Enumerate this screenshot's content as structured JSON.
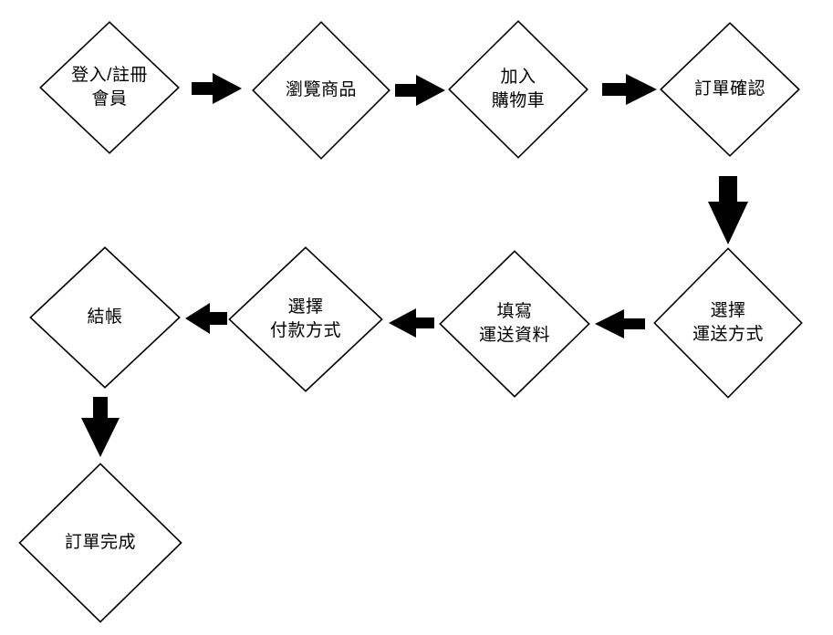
{
  "diagram": {
    "type": "flowchart",
    "language": "zh-Hant",
    "colors": {
      "background": "#ffffff",
      "node_fill": "#ffffff",
      "node_stroke": "#000000",
      "arrow": "#000000",
      "text": "#000000"
    },
    "nodes": [
      {
        "id": "login",
        "shape": "diamond",
        "label": "登入/註冊\n會員"
      },
      {
        "id": "browse",
        "shape": "diamond",
        "label": "瀏覽商品"
      },
      {
        "id": "add-to-cart",
        "shape": "diamond",
        "label": "加入\n購物車"
      },
      {
        "id": "order-confirm",
        "shape": "diamond",
        "label": "訂單確認"
      },
      {
        "id": "select-shipping",
        "shape": "diamond",
        "label": "選擇\n運送方式"
      },
      {
        "id": "fill-shipping-info",
        "shape": "diamond",
        "label": "填寫\n運送資料"
      },
      {
        "id": "select-payment",
        "shape": "diamond",
        "label": "選擇\n付款方式"
      },
      {
        "id": "checkout",
        "shape": "diamond",
        "label": "結帳"
      },
      {
        "id": "order-complete",
        "shape": "diamond",
        "label": "訂單完成"
      }
    ],
    "edges": [
      {
        "from": "login",
        "to": "browse",
        "direction": "right"
      },
      {
        "from": "browse",
        "to": "add-to-cart",
        "direction": "right"
      },
      {
        "from": "add-to-cart",
        "to": "order-confirm",
        "direction": "right"
      },
      {
        "from": "order-confirm",
        "to": "select-shipping",
        "direction": "down"
      },
      {
        "from": "select-shipping",
        "to": "fill-shipping-info",
        "direction": "left"
      },
      {
        "from": "fill-shipping-info",
        "to": "select-payment",
        "direction": "left"
      },
      {
        "from": "select-payment",
        "to": "checkout",
        "direction": "left"
      },
      {
        "from": "checkout",
        "to": "order-complete",
        "direction": "down"
      }
    ]
  }
}
